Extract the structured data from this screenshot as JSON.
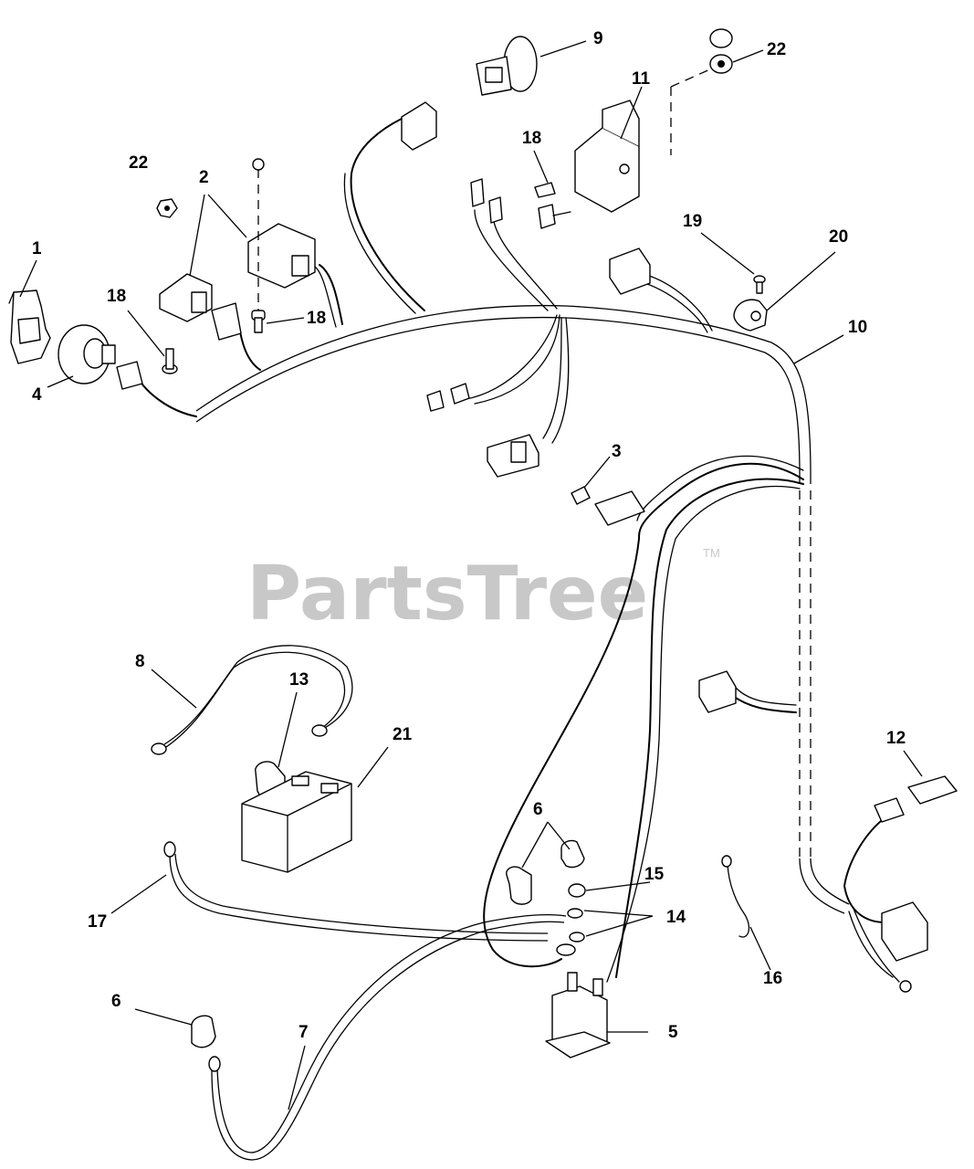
{
  "watermark": {
    "text": "PartsTree",
    "trademark": "TM"
  },
  "callouts": {
    "c1": "1",
    "c2": "2",
    "c3": "3",
    "c4": "4",
    "c5": "5",
    "c6a": "6",
    "c6b": "6",
    "c7": "7",
    "c8": "8",
    "c9": "9",
    "c10": "10",
    "c11": "11",
    "c12": "12",
    "c13": "13",
    "c14": "14",
    "c15": "15",
    "c16": "16",
    "c17": "17",
    "c18a": "18",
    "c18b": "18",
    "c18c": "18",
    "c19": "19",
    "c20": "20",
    "c21": "21",
    "c22a": "22",
    "c22b": "22"
  }
}
